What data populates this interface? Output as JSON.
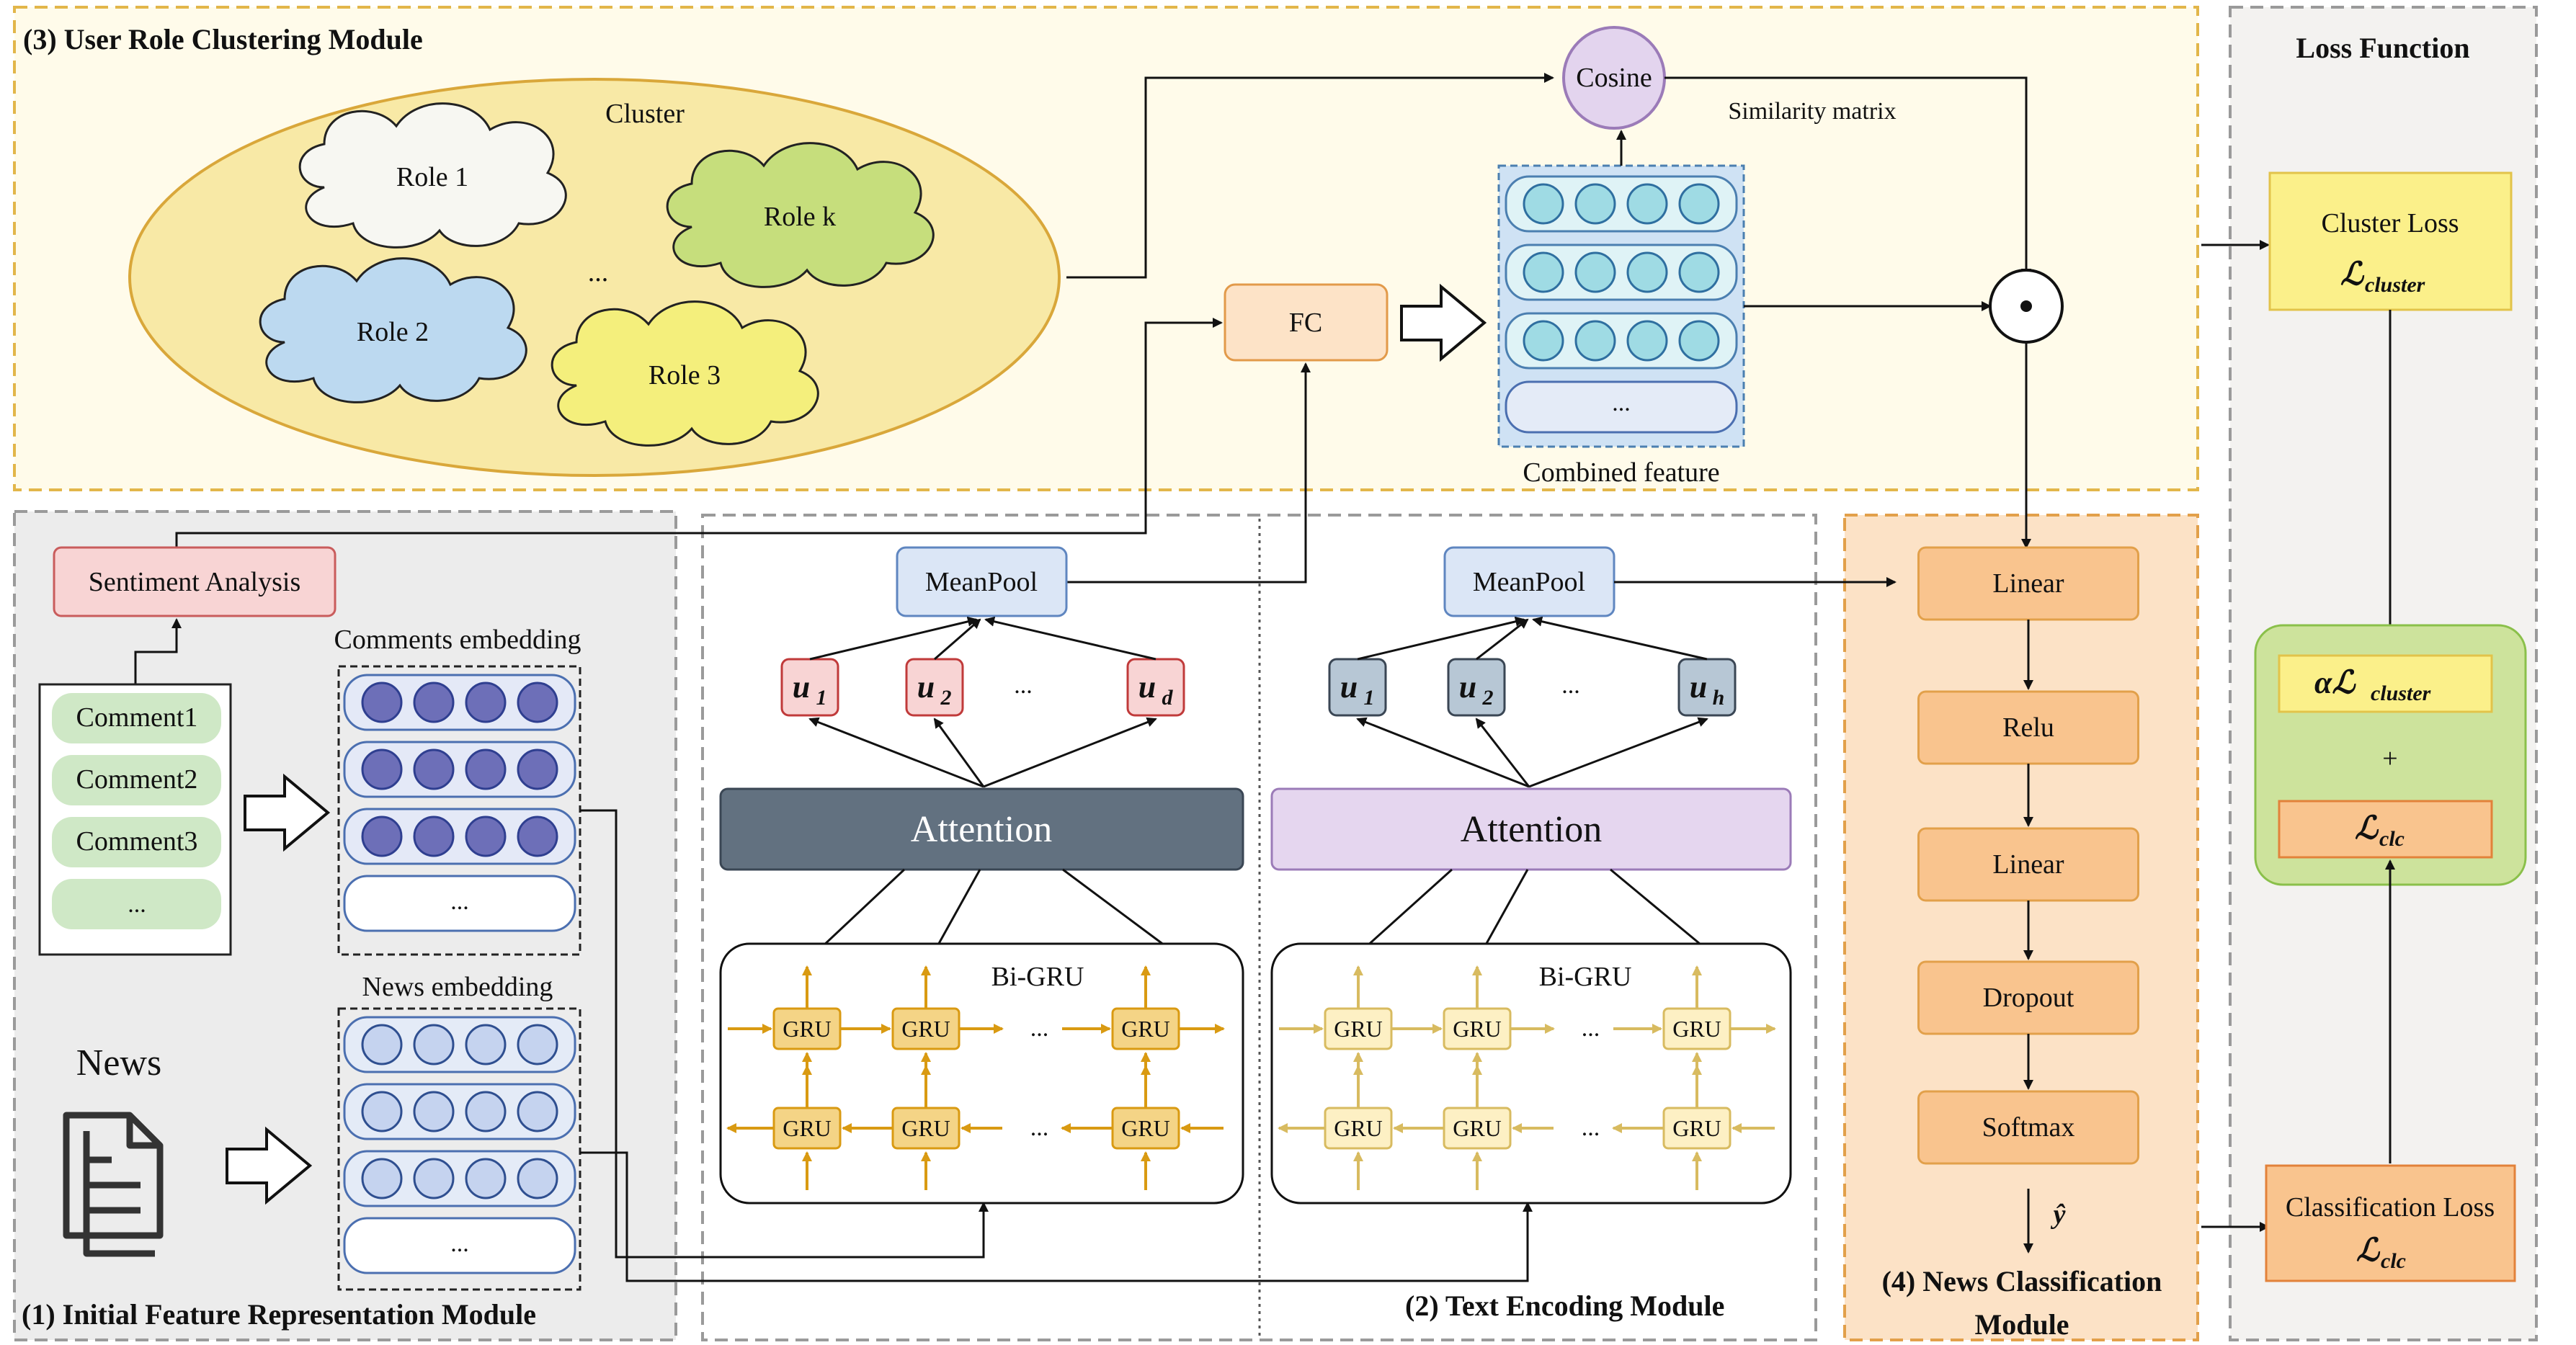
{
  "modules": {
    "clustering_title": "(3) User Role Clustering Module",
    "initial_title": "(1) Initial Feature Representation Module",
    "encoding_title": "(2) Text Encoding Module",
    "classification_title_line1": "(4) News Classification",
    "classification_title_line2": "Module",
    "loss_title": "Loss Function"
  },
  "cluster": {
    "label": "Cluster",
    "roles": [
      "Role 1",
      "Role k",
      "...",
      "Role 2",
      "Role 3"
    ]
  },
  "similarity": {
    "cosine_label": "Cosine",
    "matrix_label": "Similarity matrix",
    "combined_label": "Combined feature",
    "fc_label": "FC",
    "ellipsis": "..."
  },
  "initial": {
    "sentiment_label": "Sentiment Analysis",
    "comments": [
      "Comment1",
      "Comment2",
      "Comment3",
      "..."
    ],
    "comments_embedding_label": "Comments embedding",
    "news_embedding_label": "News embedding",
    "news_label": "News",
    "ellipsis": "..."
  },
  "encoding": {
    "meanpool_label": "MeanPool",
    "attention_label": "Attention",
    "bigru_label": "Bi-GRU",
    "gru_label": "GRU",
    "ellipsis": "...",
    "left_tokens": [
      {
        "base": "u",
        "sub": "1"
      },
      {
        "base": "u",
        "sub": "2"
      },
      {
        "base": "u",
        "sub": "d"
      }
    ],
    "right_tokens": [
      {
        "base": "u",
        "sub": "1"
      },
      {
        "base": "u",
        "sub": "2"
      },
      {
        "base": "u",
        "sub": "h"
      }
    ]
  },
  "classification": {
    "layers": [
      "Linear",
      "Relu",
      "Linear",
      "Dropout",
      "Softmax"
    ],
    "output": "ŷ"
  },
  "loss": {
    "cluster_loss_label": "Cluster Loss",
    "cluster_loss_symbol": "ℒ",
    "cluster_loss_sub": "cluster",
    "alpha_term": "αℒ",
    "alpha_sub": "cluster",
    "plus": "+",
    "clc_term": "ℒ",
    "clc_sub": "clc",
    "classification_loss_label": "Classification Loss",
    "classification_loss_symbol": "ℒ",
    "classification_loss_sub": "clc"
  },
  "colors": {
    "cluster_bg": "#fffbea",
    "cluster_border": "#e2b64a",
    "ellipse_fill": "#f8e9a6",
    "initial_bg": "#ececec",
    "classification_bg": "#fce2c6",
    "layer_fill": "#f9c48e",
    "loss_bg": "#f3f2f0",
    "cluster_loss_fill": "#fbf08a",
    "sum_box_fill": "#cde39c",
    "attention_left": "#627180",
    "attention_right": "#e5d6ef",
    "gru_left": "#f4d486",
    "gru_right": "#fdf0c4",
    "cosine_fill": "#e3d4ee",
    "sentiment_fill": "#f8d4d4",
    "meanpool_fill": "#dbe6f6",
    "fc_fill": "#fde3c7"
  }
}
